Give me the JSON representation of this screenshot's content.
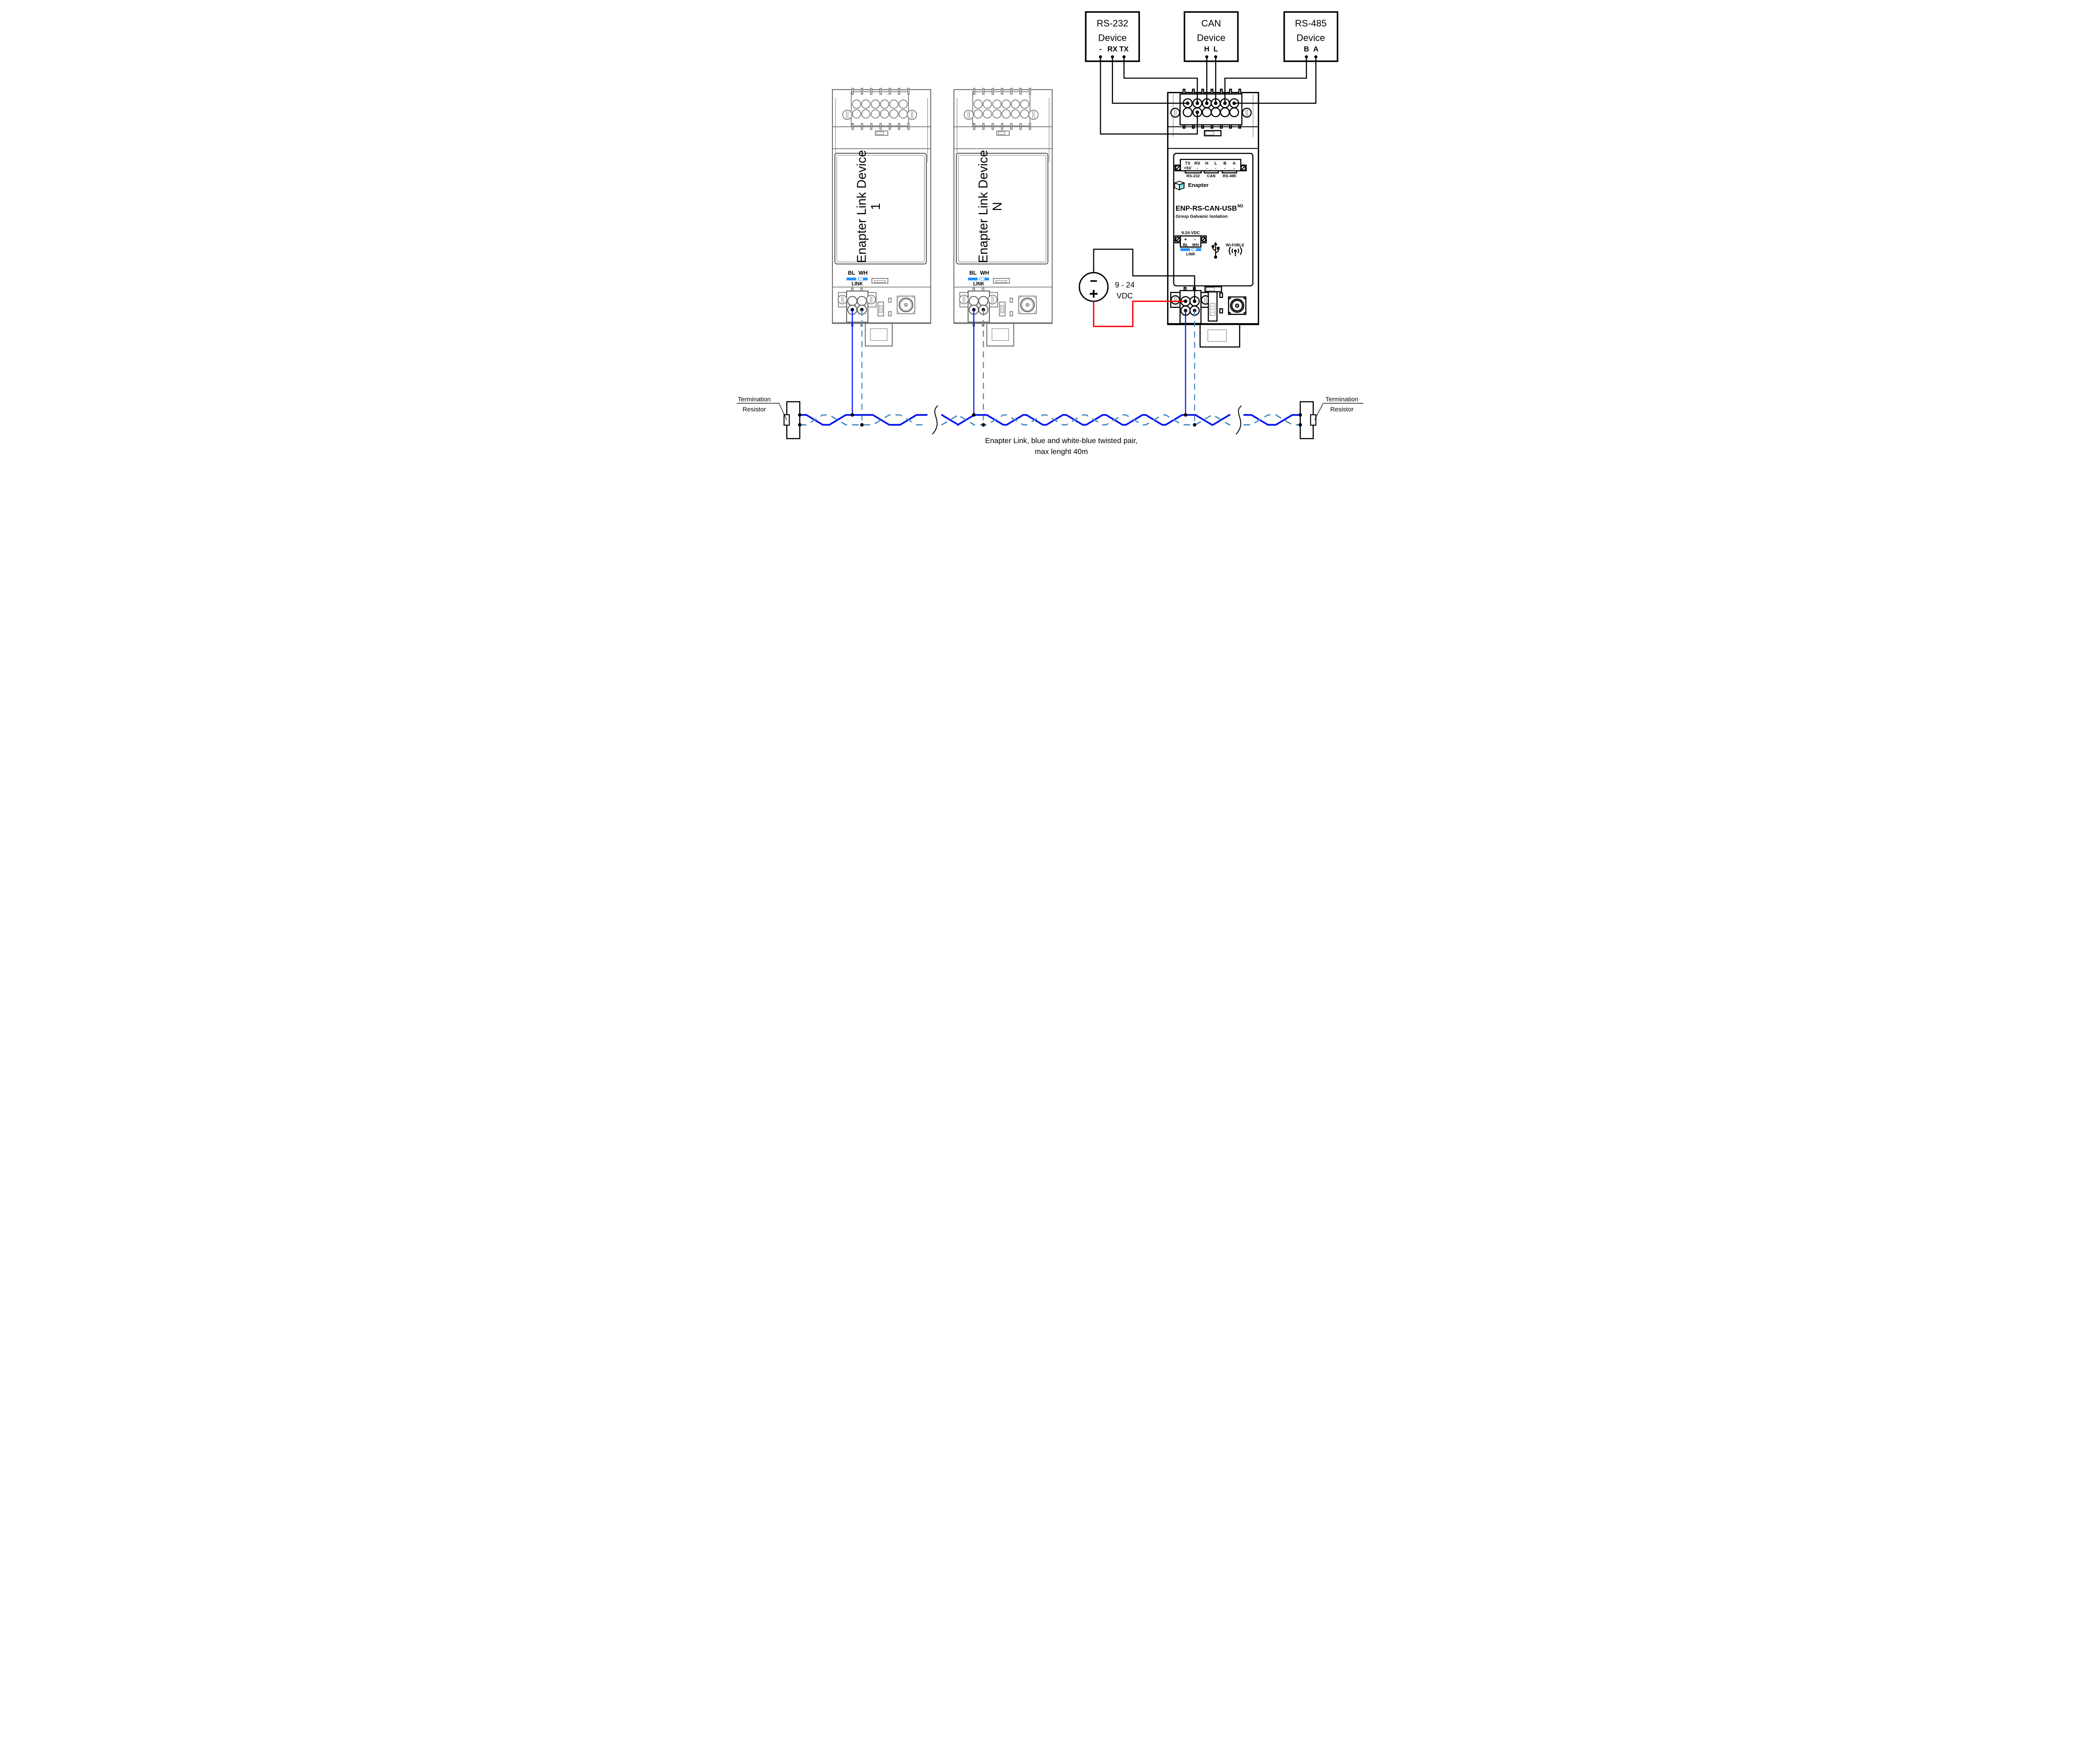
{
  "top_boxes": {
    "rs232": {
      "name": "RS-232",
      "device": "Device",
      "term_minus": "-",
      "term_rx": "RX",
      "term_tx": "TX"
    },
    "can": {
      "name": "CAN",
      "device": "Device",
      "term_h": "H",
      "term_l": "L"
    },
    "rs485": {
      "name": "RS-485",
      "device": "Device",
      "term_b": "B",
      "term_a": "A"
    }
  },
  "link_device": {
    "title": "Enapter Link Device",
    "number_1": "1",
    "number_n": "N",
    "bl": "BL",
    "wh": "WH",
    "link": "LINK"
  },
  "enp": {
    "term_tx": "TX",
    "term_rx": "RX",
    "term_h": "H",
    "term_l": "L",
    "term_b": "B",
    "term_a": "A",
    "term_5v": "+5V",
    "term_dash": "-",
    "group_rs232": "RS-232",
    "group_can": "CAN",
    "group_rs485": "RS-485",
    "brand": "Enapter",
    "model": "ENP-RS-CAN-USB",
    "model_rev": "M2",
    "isolation": "Group Galvanic Isolation",
    "power_rating": "9-24 VDC",
    "power_plus": "+",
    "power_minus": "-",
    "power_bl": "BL",
    "power_wh": "WH",
    "link": "LINK",
    "wifi": "Wi-Fi/BLE"
  },
  "power_source": {
    "minus": "-",
    "plus": "+",
    "voltage_line1": "9 - 24",
    "voltage_line2": "VDC"
  },
  "termination_left": {
    "line1": "Termination",
    "line2": "Resistor"
  },
  "termination_right": {
    "line1": "Termination",
    "line2": "Resistor"
  },
  "caption": {
    "line1": "Enapter Link, blue and white-blue twisted pair,",
    "line2": "max lenght 40m"
  },
  "colors": {
    "bus_blue": "#0a18f0",
    "bus_white_blue": "#4a8fc4",
    "led_blue": "#1e90ff",
    "wire_red": "#ff0000",
    "logo_teal": "#3ecfcb"
  }
}
